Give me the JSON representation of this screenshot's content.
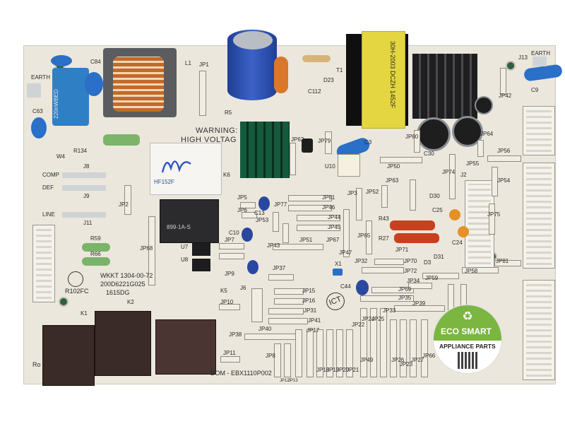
{
  "board": {
    "warning_line1": "WARNING:",
    "warning_line2": "HIGH VOLTAG",
    "part_number": "DOM - EBX1110P002",
    "model_line1": "WKKT 1304-00-72",
    "model_line2": "200D6221G025",
    "model_line3": "1615DG",
    "ul_code": "R102FC",
    "ict": "ICT",
    "earth_left": "EARTH",
    "earth_right": "EARTH",
    "k6_relay_text": "HF152F",
    "k5_relay_text": "899-1A-S",
    "xfmr_text": "30H-2003 DCZH 1452F",
    "filter_cap_text": "220nWBED"
  },
  "labels": {
    "comp": "COMP",
    "defr": "DEF",
    "line": "LINE",
    "ro": "Ro",
    "l1": "L1",
    "jp1": "JP1",
    "jp42": "JP42",
    "j13": "J13",
    "j8": "J8",
    "j9": "J9",
    "j11": "J11",
    "jp2": "JP2",
    "jp68": "JP68",
    "k1": "K1",
    "k2": "K2",
    "k5": "K5",
    "k6": "K6",
    "u7": "U7",
    "u8": "U8",
    "u10": "U10",
    "c84": "C84",
    "c63": "C63",
    "c9": "C9",
    "c3": "C3",
    "c30": "C30",
    "c25": "C25",
    "c24": "C24",
    "c44": "C44",
    "c10": "C10",
    "c13": "C13",
    "r5": "R5",
    "r59": "R59",
    "r66": "R66",
    "r134": "R134",
    "r43": "R43",
    "r27": "R27",
    "w4": "W4",
    "t1": "T1",
    "d3": "D3",
    "d30": "D30",
    "d31": "D31",
    "d23": "D23",
    "x1": "X1",
    "j2": "J2",
    "j6": "J6",
    "jp3": "JP3",
    "jp5": "JP5",
    "jp6": "JP6",
    "jp7": "JP7",
    "jp9": "JP9",
    "jp10": "JP10",
    "jp11": "JP11",
    "jp15": "JP15",
    "jp16": "JP16",
    "jp17": "JP17",
    "jp18": "JP18",
    "jp19": "JP19",
    "jp20": "JP20",
    "jp21": "JP21",
    "jp22": "JP22",
    "jp23": "JP23",
    "jp24": "JP24",
    "jp25": "JP25",
    "jp26": "JP26",
    "jp27": "JP27",
    "jp31": "JP31",
    "jp32": "JP32",
    "jp33": "JP33",
    "jp34": "JP34",
    "jp35": "JP35",
    "jp37": "JP37",
    "jp38": "JP38",
    "jp39": "JP39",
    "jp40": "JP40",
    "jp41": "JP41",
    "jp43": "JP43",
    "jp44": "JP44",
    "jp45": "JP45",
    "jp46": "JP46",
    "jp47": "JP47",
    "jp49": "JP49",
    "jp50": "JP50",
    "jp51": "JP51",
    "jp52": "JP52",
    "jp53": "JP53",
    "jp54": "JP54",
    "jp55": "JP55",
    "jp56": "JP56",
    "jp58": "JP58",
    "jp59": "JP59",
    "jp61": "JP61",
    "jp62": "JP62",
    "jp63": "JP63",
    "jp64": "JP64",
    "jp65": "JP65",
    "jp66": "JP66",
    "jp67": "JP67",
    "jp69": "JP69",
    "jp70": "JP70",
    "jp71": "JP71",
    "jp72": "JP72",
    "jp74": "JP74",
    "jp75": "JP75",
    "jp77": "JP77",
    "jp79": "JP79",
    "jp80": "JP80",
    "jp81": "JP81",
    "jp8": "JP8",
    "jp12": "JP12",
    "jp13": "JP13",
    "c112": "C112"
  },
  "badge": {
    "line1": "ECO SMART",
    "line2": "APPLIANCE PARTS",
    "icon": "recycle-icon",
    "color_green": "#7ab640"
  }
}
